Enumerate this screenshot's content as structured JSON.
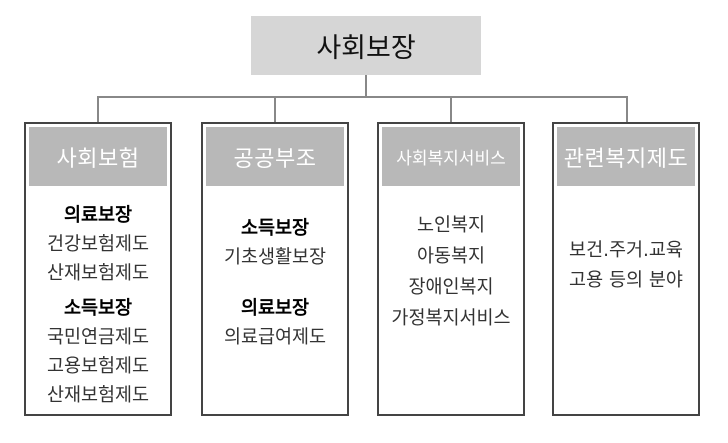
{
  "title": "사회보장",
  "columns": [
    {
      "header": "사회보험",
      "groups": [
        {
          "heading": "의료보장",
          "items": [
            "건강보험제도",
            "산재보험제도"
          ]
        },
        {
          "heading": "소득보장",
          "items": [
            "국민연금제도",
            "고용보험제도",
            "산재보험제도"
          ]
        }
      ]
    },
    {
      "header": "공공부조",
      "groups": [
        {
          "heading": "소득보장",
          "items": [
            "기초생활보장"
          ]
        },
        {
          "heading": "의료보장",
          "items": [
            "의료급여제도"
          ]
        }
      ]
    },
    {
      "header": "사회복지서비스",
      "groups": [
        {
          "items": [
            "노인복지",
            "아동복지",
            "장애인복지",
            "가정복지서비스"
          ]
        }
      ]
    },
    {
      "header": "관련복지제도",
      "groups": [
        {
          "items": [
            "보건.주거.교육",
            "고용 등의 분야"
          ]
        }
      ]
    }
  ]
}
